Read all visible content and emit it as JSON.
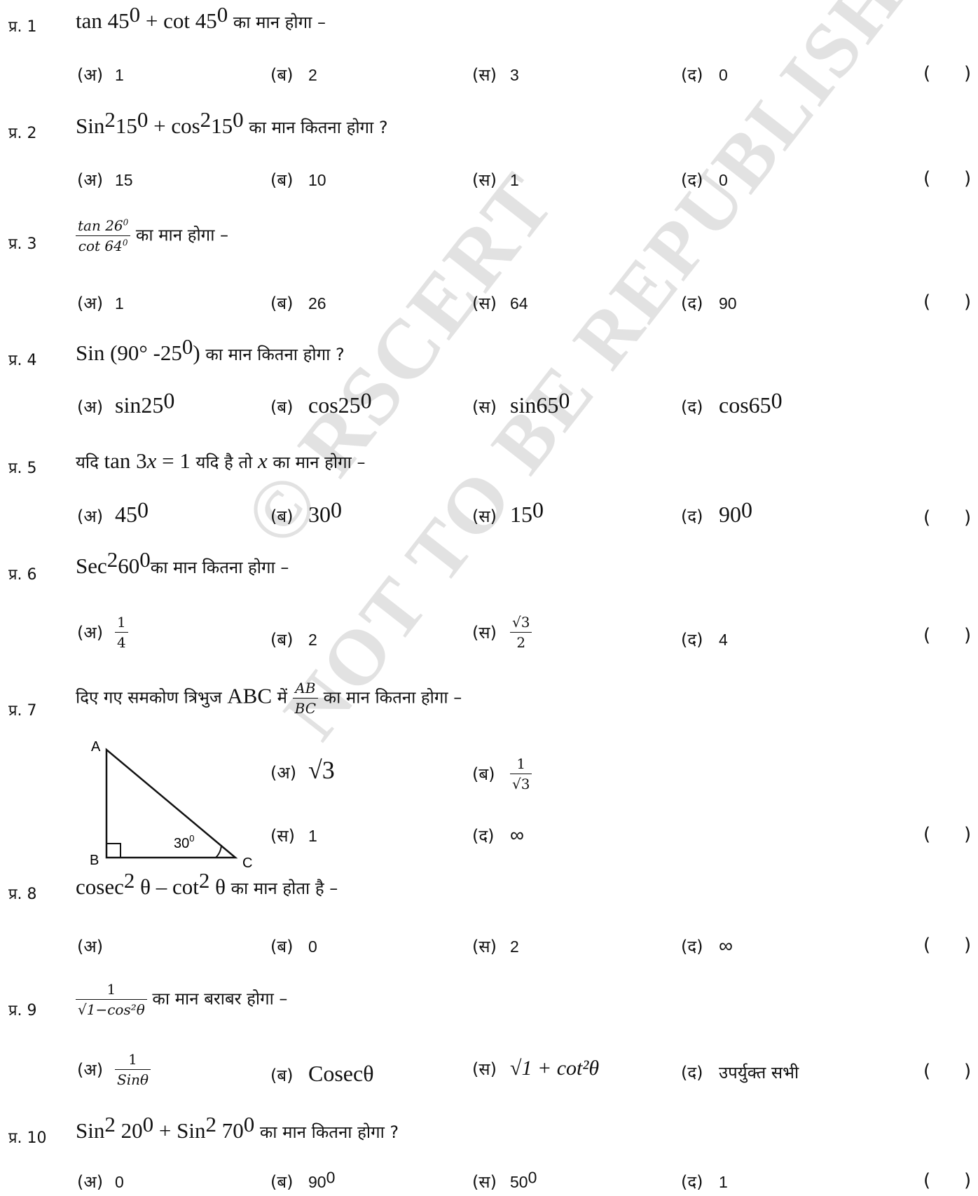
{
  "questions": [
    {
      "num": "प्र. 1",
      "expr": "tan 45",
      "sup1": "0",
      "expr2": " + cot 45",
      "sup2": "0",
      "text": " का मान होगा –",
      "options": {
        "a_label": "(अ)",
        "a": "1",
        "b_label": "(ब)",
        "b": "2",
        "c_label": "(स)",
        "c": "3",
        "d_label": "(द)",
        "d": "0"
      }
    },
    {
      "num": "प्र. 2",
      "expr": "Sin",
      "sup1": "2",
      "expr2": "15",
      "sup2": "0",
      "expr3": " + cos",
      "sup3": "2",
      "expr4": "15",
      "sup4": "0",
      "text": " का मान कितना होगा ?",
      "options": {
        "a_label": "(अ)",
        "a": "15",
        "b_label": "(ब)",
        "b": "10",
        "c_label": "(स)",
        "c": "1",
        "d_label": "(द)",
        "d": "0"
      }
    },
    {
      "num": "प्र. 3",
      "frac_num": "tan 26",
      "frac_num_sup": "0",
      "frac_den": "cot 64",
      "frac_den_sup": "0",
      "text": " का मान होगा –",
      "options": {
        "a_label": "(अ)",
        "a": "1",
        "b_label": "(ब)",
        "b": "26",
        "c_label": "(स)",
        "c": "64",
        "d_label": "(द)",
        "d": "90"
      }
    },
    {
      "num": "प्र. 4",
      "expr": "Sin (90° -25",
      "sup1": "0",
      "expr2": ")",
      "text": " का मान कितना होगा ?",
      "options": {
        "a_label": "(अ)",
        "a": "sin25",
        "a_sup": "0",
        "b_label": "(ब)",
        "b": "cos25",
        "b_sup": "0",
        "c_label": "(स)",
        "c": "sin65",
        "c_sup": "0",
        "d_label": "(द)",
        "d": "cos65",
        "d_sup": "0"
      }
    },
    {
      "num": "प्र. 5",
      "pre": "यदि ",
      "expr": "tan 3",
      "var": "x",
      "expr2": " = 1",
      "mid": " यदि है तो ",
      "var2": "x",
      "text": " का मान होगा –",
      "options": {
        "a_label": "(अ)",
        "a": "45",
        "a_sup": "0",
        "b_label": "(ब)",
        "b": "30",
        "b_sup": "0",
        "c_label": "(स)",
        "c": "15",
        "c_sup": "0",
        "d_label": "(द)",
        "d": "90",
        "d_sup": "0"
      }
    },
    {
      "num": "प्र. 6",
      "expr": "Sec",
      "sup1": "2",
      "expr2": "60",
      "sup2": "0",
      "text": "का मान कितना होगा –",
      "options": {
        "a_label": "(अ)",
        "a_num": "1",
        "a_den": "4",
        "b_label": "(ब)",
        "b": "2",
        "c_label": "(स)",
        "c_num": "√3",
        "c_den": "2",
        "d_label": "(द)",
        "d": "4"
      }
    },
    {
      "num": "प्र. 7",
      "pre": "दिए गए समकोण त्रिभुज ",
      "expr": "ABC",
      "mid": " में ",
      "frac_num": "AB",
      "frac_den": "BC",
      "text": " का मान कितना होगा –",
      "triangle": {
        "A": "A",
        "B": "B",
        "C": "C",
        "angle": "30",
        "angle_sup": "0"
      },
      "options": {
        "a_label": "(अ)",
        "a": "√3",
        "b_label": "(ब)",
        "b_num": "1",
        "b_den": "√3",
        "c_label": "(स)",
        "c": "1",
        "d_label": "(द)",
        "d": "∞"
      }
    },
    {
      "num": "प्र. 8",
      "expr": "cosec",
      "sup1": "2",
      "expr2": " θ – cot",
      "sup2": "2",
      "expr3": " θ",
      "text": " का मान होता है –",
      "options": {
        "a_label": "(अ)",
        "a": "",
        "b_label": "(ब)",
        "b": "0",
        "c_label": "(स)",
        "c": "2",
        "d_label": "(द)",
        "d": "∞"
      }
    },
    {
      "num": "प्र. 9",
      "frac_num": "1",
      "frac_den": "√1−cos²θ",
      "text": " का मान बराबर होगा –",
      "options": {
        "a_label": "(अ)",
        "a_num": "1",
        "a_den": "Sinθ",
        "b_label": "(ब)",
        "b": "Cosecθ",
        "c_label": "(स)",
        "c": "√1 + cot²θ",
        "d_label": "(द)",
        "d": "उपर्युक्त सभी"
      }
    },
    {
      "num": "प्र. 10",
      "expr": "Sin",
      "sup1": "2",
      "expr2": " 20",
      "sup2": "0",
      "expr3": " + Sin",
      "sup3": "2",
      "expr4": " 70",
      "sup4": "0",
      "text": " का मान कितना होगा ?",
      "options": {
        "a_label": "(अ)",
        "a": "0",
        "b_label": "(ब)",
        "b": "90",
        "b_sup": "0",
        "c_label": "(स)",
        "c": "50",
        "c_sup": "0",
        "d_label": "(द)",
        "d": "1"
      }
    }
  ],
  "bracket_open": "(",
  "bracket_close": ")",
  "watermark": {
    "line1": "© RSCERT",
    "line2": "NOT TO BE REPUBLISHED"
  }
}
